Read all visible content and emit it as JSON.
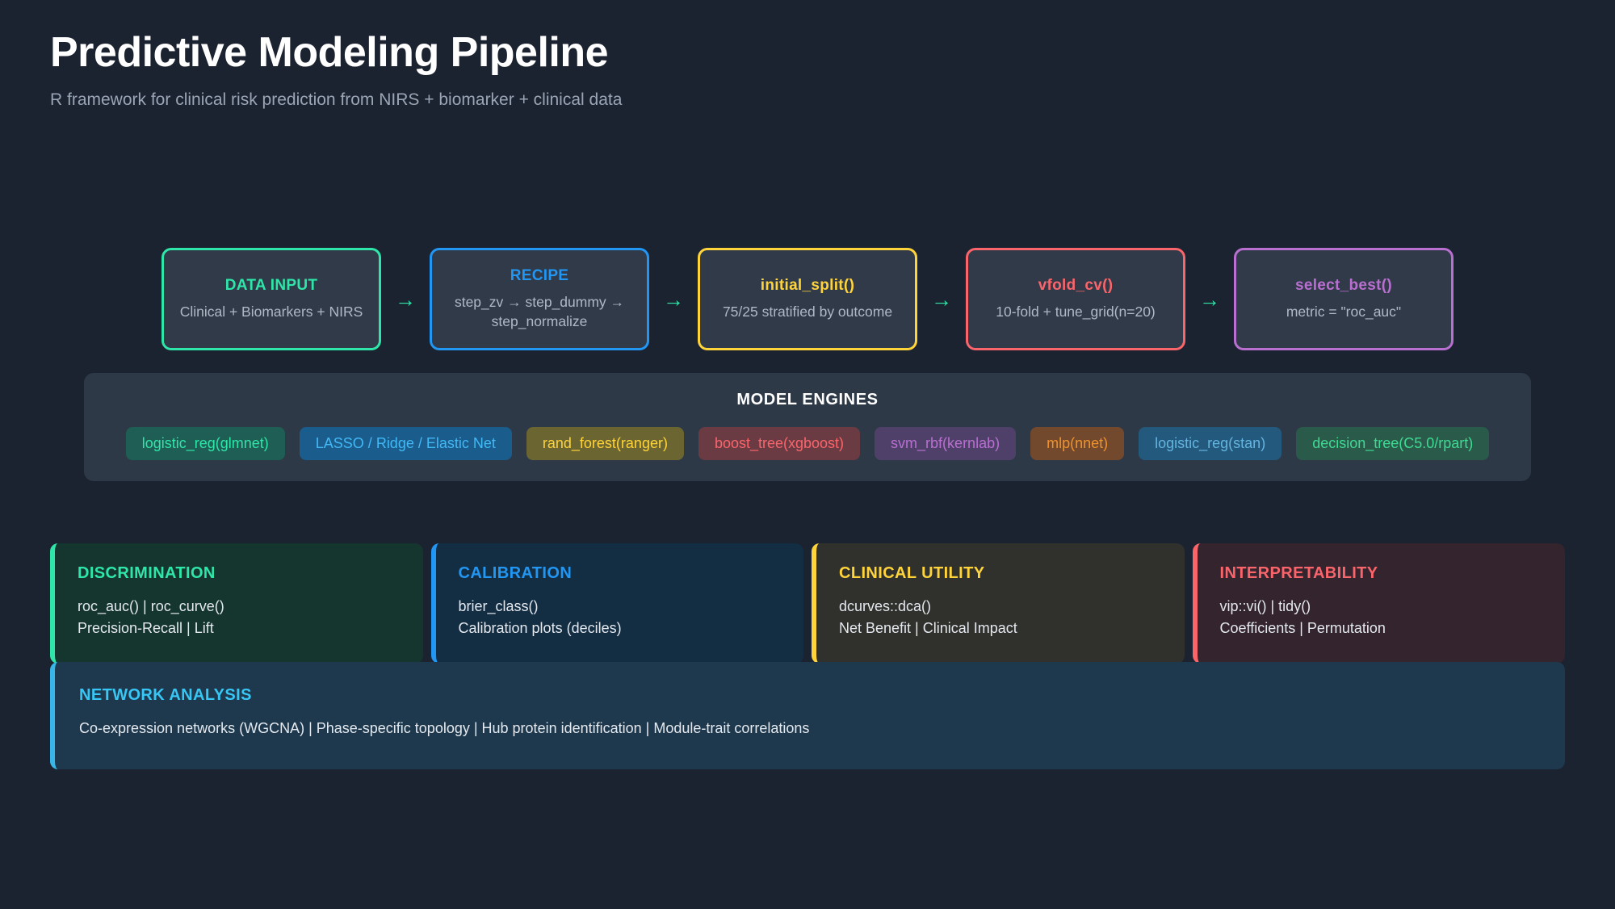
{
  "header": {
    "title": "Predictive Modeling Pipeline",
    "subtitle": "R framework for clinical risk prediction from NIRS + biomarker + clinical data"
  },
  "pipeline": {
    "arrow_glyph": "→",
    "arrow_color": "#2ee6a8",
    "steps": [
      {
        "title": "DATA INPUT",
        "subtitle": "Clinical + Biomarkers + NIRS",
        "color": "#2ee6a8"
      },
      {
        "title": "RECIPE",
        "subtitle": "step_zv → step_dummy → step_normalize",
        "color": "#2196f3"
      },
      {
        "title": "initial_split()",
        "subtitle": "75/25 stratified by outcome",
        "color": "#ffd43b"
      },
      {
        "title": "vfold_cv()",
        "subtitle": "10-fold + tune_grid(n=20)",
        "color": "#f9656b"
      },
      {
        "title": "select_best()",
        "subtitle": "metric = \"roc_auc\"",
        "color": "#b96fd0"
      }
    ]
  },
  "engines": {
    "title": "MODEL ENGINES",
    "chips": [
      {
        "label": "logistic_reg(glmnet)",
        "bg": "#1e5e55",
        "fg": "#2ee6a8"
      },
      {
        "label": "LASSO / Ridge / Elastic Net",
        "bg": "#1a5c8c",
        "fg": "#42b8f5"
      },
      {
        "label": "rand_forest(ranger)",
        "bg": "#6b6532",
        "fg": "#ffd43b"
      },
      {
        "label": "boost_tree(xgboost)",
        "bg": "#6b3b44",
        "fg": "#f9656b"
      },
      {
        "label": "svm_rbf(kernlab)",
        "bg": "#4e4069",
        "fg": "#b96fd0"
      },
      {
        "label": "mlp(nnet)",
        "bg": "#73492d",
        "fg": "#f0922b"
      },
      {
        "label": "logistic_reg(stan)",
        "bg": "#24597e",
        "fg": "#63b5e0"
      },
      {
        "label": "decision_tree(C5.0/rpart)",
        "bg": "#2a5a4a",
        "fg": "#3ddc93"
      }
    ]
  },
  "cards": [
    {
      "title": "DISCRIMINATION",
      "accent": "#2ee6a8",
      "bg": "#15352f",
      "lines": [
        "roc_auc() | roc_curve()",
        "Precision-Recall | Lift"
      ]
    },
    {
      "title": "CALIBRATION",
      "accent": "#2196f3",
      "bg": "#132d43",
      "lines": [
        "brier_class()",
        "Calibration plots (deciles)"
      ]
    },
    {
      "title": "CLINICAL UTILITY",
      "accent": "#ffd43b",
      "bg": "#30302c",
      "lines": [
        "dcurves::dca()",
        "Net Benefit | Clinical Impact"
      ]
    },
    {
      "title": "INTERPRETABILITY",
      "accent": "#f9656b",
      "bg": "#33242e",
      "lines": [
        "vip::vi() | tidy()",
        "Coefficients | Permutation"
      ]
    }
  ],
  "network": {
    "title": "NETWORK ANALYSIS",
    "accent": "#38c6f4",
    "body": "Co-expression networks (WGCNA) | Phase-specific topology | Hub protein identification | Module-trait correlations"
  }
}
